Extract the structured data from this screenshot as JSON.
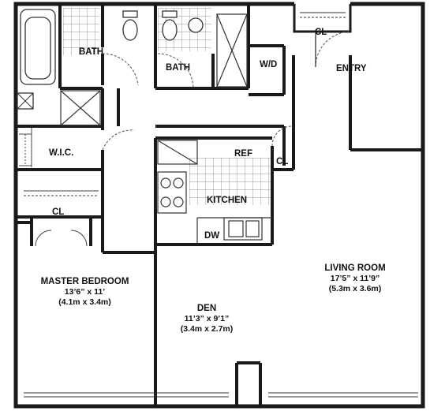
{
  "rooms": {
    "bath1": {
      "name": "BATH"
    },
    "bath2": {
      "name": "BATH"
    },
    "closet_top": {
      "name": "CL"
    },
    "wd": {
      "name": "W/D"
    },
    "entry": {
      "name": "ENTRY"
    },
    "wic": {
      "name": "W.I.C."
    },
    "ref": {
      "name": "REF"
    },
    "closet_mid": {
      "name": "CL"
    },
    "kitchen": {
      "name": "KITCHEN"
    },
    "closet_bed": {
      "name": "CL"
    },
    "dw": {
      "name": "DW"
    },
    "master": {
      "name": "MASTER BEDROOM",
      "dim_ft": "13’6” x 11’",
      "dim_m": "(4.1m x 3.4m)"
    },
    "den": {
      "name": "DEN",
      "dim_ft": "11’3” x 9’1”",
      "dim_m": "(3.4m x 2.7m)"
    },
    "living": {
      "name": "LIVING ROOM",
      "dim_ft": "17’5” x 11’9”",
      "dim_m": "(5.3m x 3.6m)"
    }
  },
  "colors": {
    "wall": "#1a1a1a",
    "paper": "#ffffff"
  }
}
